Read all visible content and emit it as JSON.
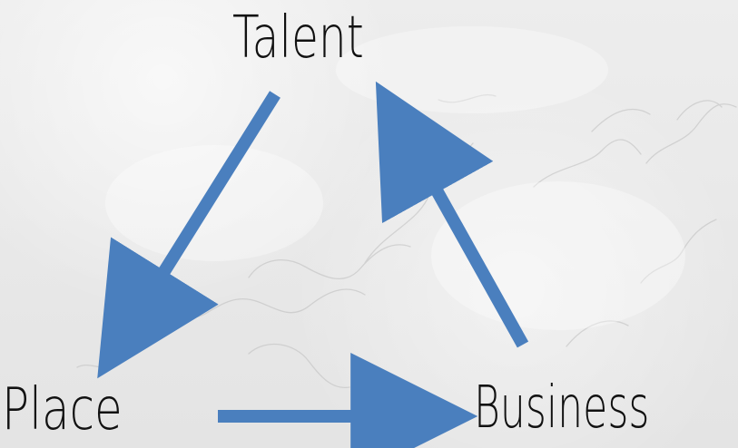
{
  "diagram": {
    "nodes": {
      "talent": "Talent",
      "place": "Place",
      "business": "Business"
    },
    "edges": [
      {
        "from": "Talent",
        "to": "Place"
      },
      {
        "from": "Place",
        "to": "Business"
      },
      {
        "from": "Business",
        "to": "Talent"
      }
    ],
    "colors": {
      "arrow": "#4a7fbe",
      "text": "#111111",
      "background": "#e9e9e9"
    }
  }
}
